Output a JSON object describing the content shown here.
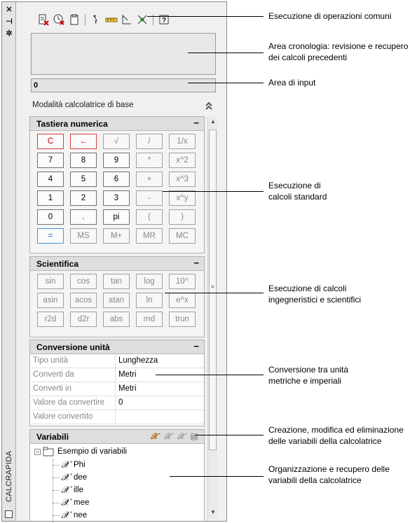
{
  "palette": {
    "vertical_title": "CALCRAPIDA",
    "history_empty": "",
    "input_value": "0",
    "mode_label": "Modalità calcolatrice di base"
  },
  "numpad": {
    "title": "Tastiera numerica",
    "rows": [
      [
        "C",
        "←",
        "√",
        "/",
        "1/x"
      ],
      [
        "7",
        "8",
        "9",
        "*",
        "x^2"
      ],
      [
        "4",
        "5",
        "6",
        "+",
        "x^3"
      ],
      [
        "1",
        "2",
        "3",
        "-",
        "x^y"
      ],
      [
        "0",
        ".",
        "pi",
        "(",
        ")"
      ],
      [
        "=",
        "MS",
        "M+",
        "MR",
        "MC"
      ]
    ]
  },
  "scientific": {
    "title": "Scientifica",
    "rows": [
      [
        "sin",
        "cos",
        "tan",
        "log",
        "10^"
      ],
      [
        "asin",
        "acos",
        "atan",
        "ln",
        "e^x"
      ],
      [
        "r2d",
        "d2r",
        "abs",
        "rnd",
        "trun"
      ]
    ]
  },
  "conversion": {
    "title": "Conversione unità",
    "rows": [
      {
        "label": "Tipo unità",
        "value": "Lunghezza"
      },
      {
        "label": "Converti da",
        "value": "Metri"
      },
      {
        "label": "Converti in",
        "value": "Metri"
      },
      {
        "label": "Valore da convertire",
        "value": "0"
      },
      {
        "label": "Valore convertito",
        "value": ""
      }
    ]
  },
  "variables": {
    "title": "Variabili",
    "root": "Esempio di variabili",
    "items": [
      "Phi",
      "dee",
      "ille",
      "mee",
      "nee"
    ]
  },
  "callouts": [
    {
      "text": "Esecuzione di operazioni comuni"
    },
    {
      "text": "Area cronologia: revisione e recupero dei calcoli precedenti"
    },
    {
      "text": "Area di input"
    },
    {
      "text": "Esecuzione di calcoli standard"
    },
    {
      "text": "Esecuzione di calcoli ingegneristici e scientifici"
    },
    {
      "text": "Conversione tra unità metriche e imperiali"
    },
    {
      "text": "Creazione, modifica ed eliminazione delle variabili della calcolatrice"
    },
    {
      "text": "Organizzazione e recupero delle variabili della calcolatrice"
    }
  ]
}
